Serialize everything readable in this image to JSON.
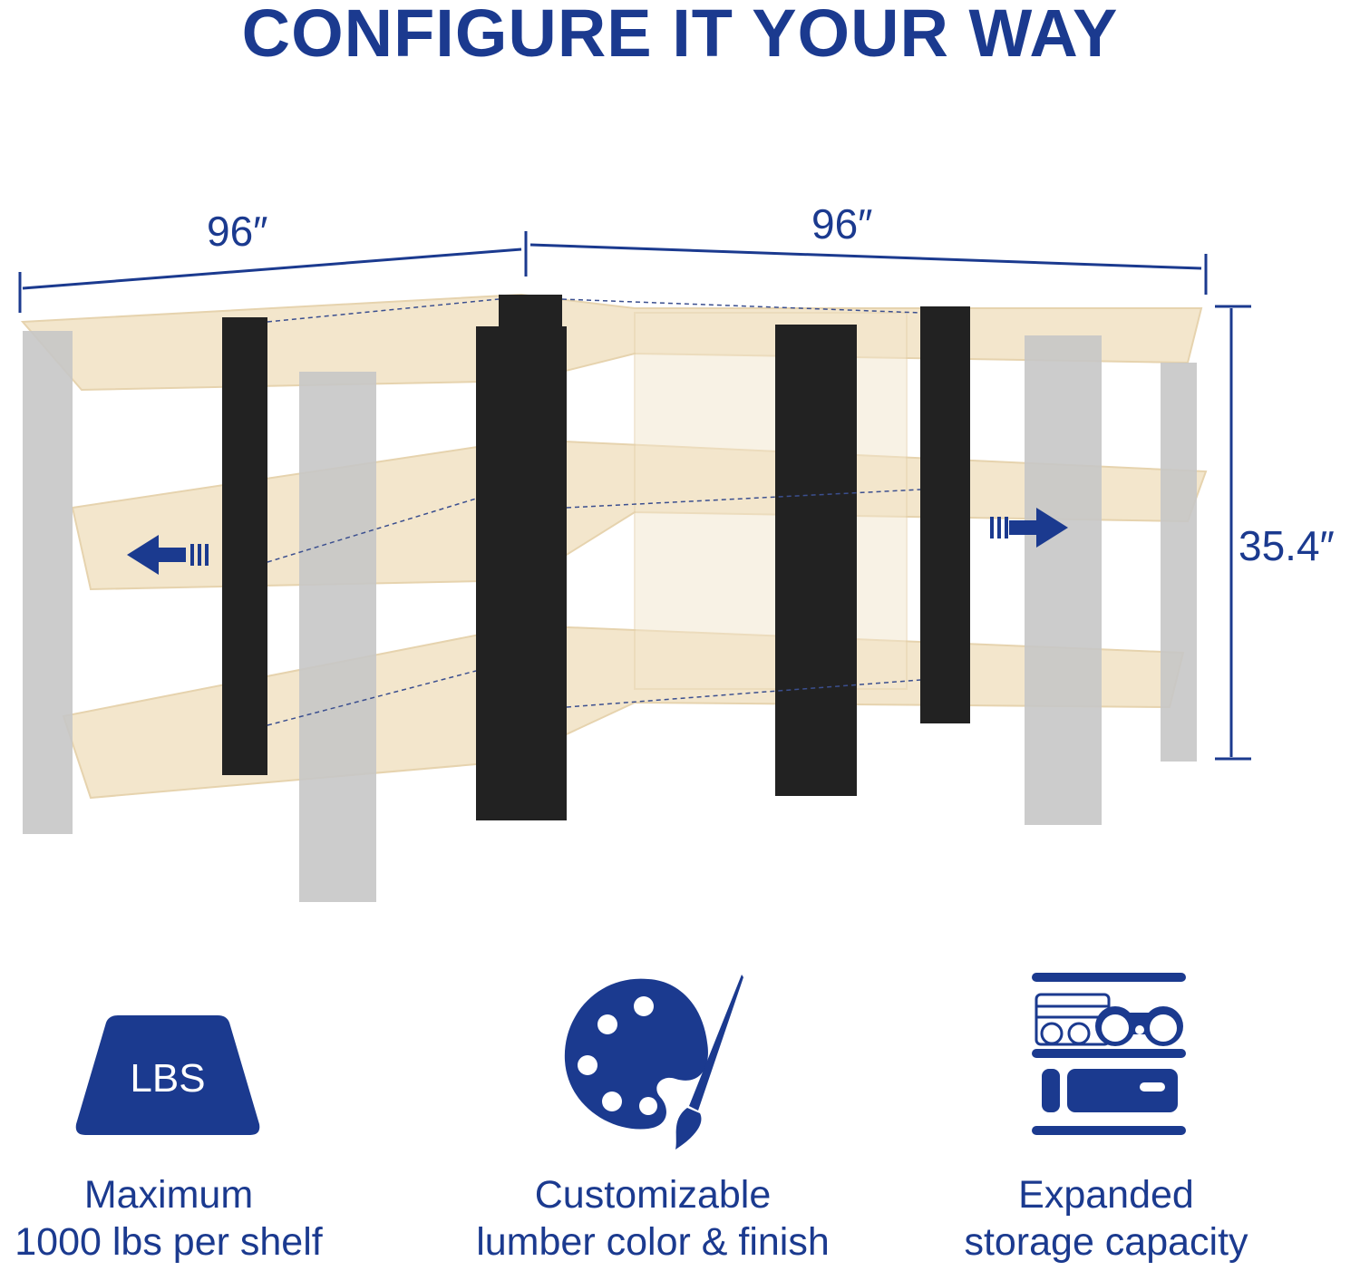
{
  "title": "CONFIGURE IT YOUR WAY",
  "dimensions": {
    "left_width": "96″",
    "right_width": "96″",
    "height": "35.4″"
  },
  "features": [
    {
      "icon": "weight-lbs-icon",
      "icon_text": "LBS",
      "line1": "Maximum",
      "line2": "1000 lbs per shelf"
    },
    {
      "icon": "paint-palette-icon",
      "line1": "Customizable",
      "line2": "lumber color & finish"
    },
    {
      "icon": "storage-shelf-icon",
      "line1": "Expanded",
      "line2": "storage capacity"
    }
  ],
  "colors": {
    "brand_blue": "#1b3a8f",
    "wood": "#f1e3c8",
    "bracket": "#1e1e1e",
    "ghost_leg": "#c4c4c4"
  }
}
